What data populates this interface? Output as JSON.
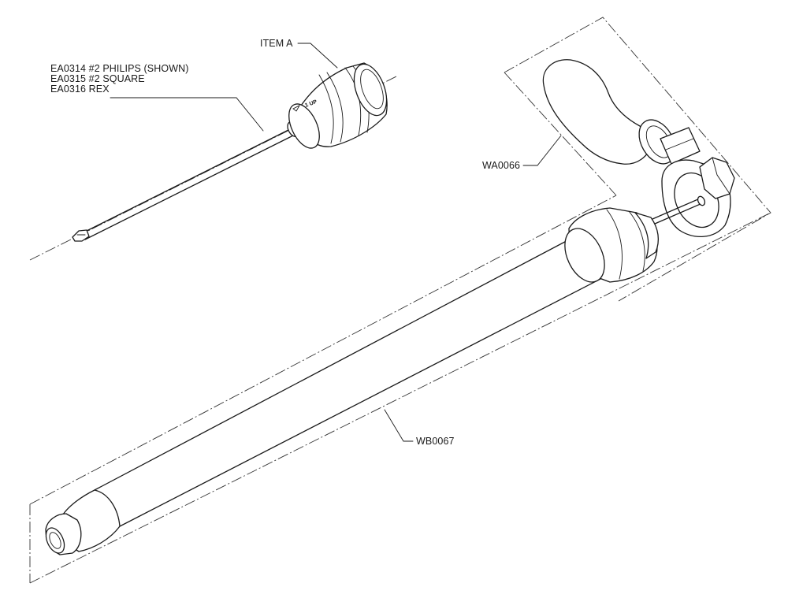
{
  "labels": {
    "item_a": "ITEM A",
    "bit_line_1": "EA0314 #2 PHILIPS (SHOWN)",
    "bit_line_2": "EA0315 #2 SQUARE",
    "bit_line_3": "EA0316 REX",
    "handle_part": "WA0066",
    "shaft_part": "WB0067",
    "dial_mark": "1 UP"
  },
  "colors": {
    "line": "#1a1a1a",
    "background": "#ffffff"
  }
}
